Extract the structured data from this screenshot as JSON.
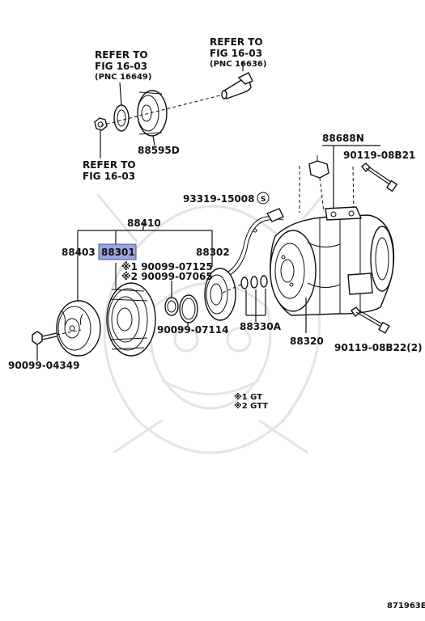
{
  "labels": {
    "refer_1": [
      "REFER TO",
      "FIG 16-03",
      "(PNC 16649)"
    ],
    "refer_2": [
      "REFER TO",
      "FIG 16-03",
      "(PNC 16636)"
    ],
    "refer_3": [
      "REFER TO",
      "FIG 16-03"
    ],
    "p88595D": "88595D",
    "p88688N": "88688N",
    "p90119_08B21": "90119-08B21",
    "p93319_15008": "93319-15008",
    "circle_s": "S",
    "p88410": "88410",
    "p88403": "88403",
    "p88301": "88301",
    "p88302": "88302",
    "n90099_07125": "※1 90099-07125",
    "n90099_07065": "※2 90099-07065",
    "p90099_07114": "90099-07114",
    "p88330A": "88330A",
    "p88320": "88320",
    "p90119_08B22": "90119-08B22(2)",
    "p90099_04349": "90099-04349",
    "note_1": "※1  GT",
    "note_2": "※2  GTT",
    "figure_id": "871963E"
  },
  "colors": {
    "highlight": "#9ba5dd",
    "line": "#111111",
    "watermark": "#e4e4e4"
  }
}
